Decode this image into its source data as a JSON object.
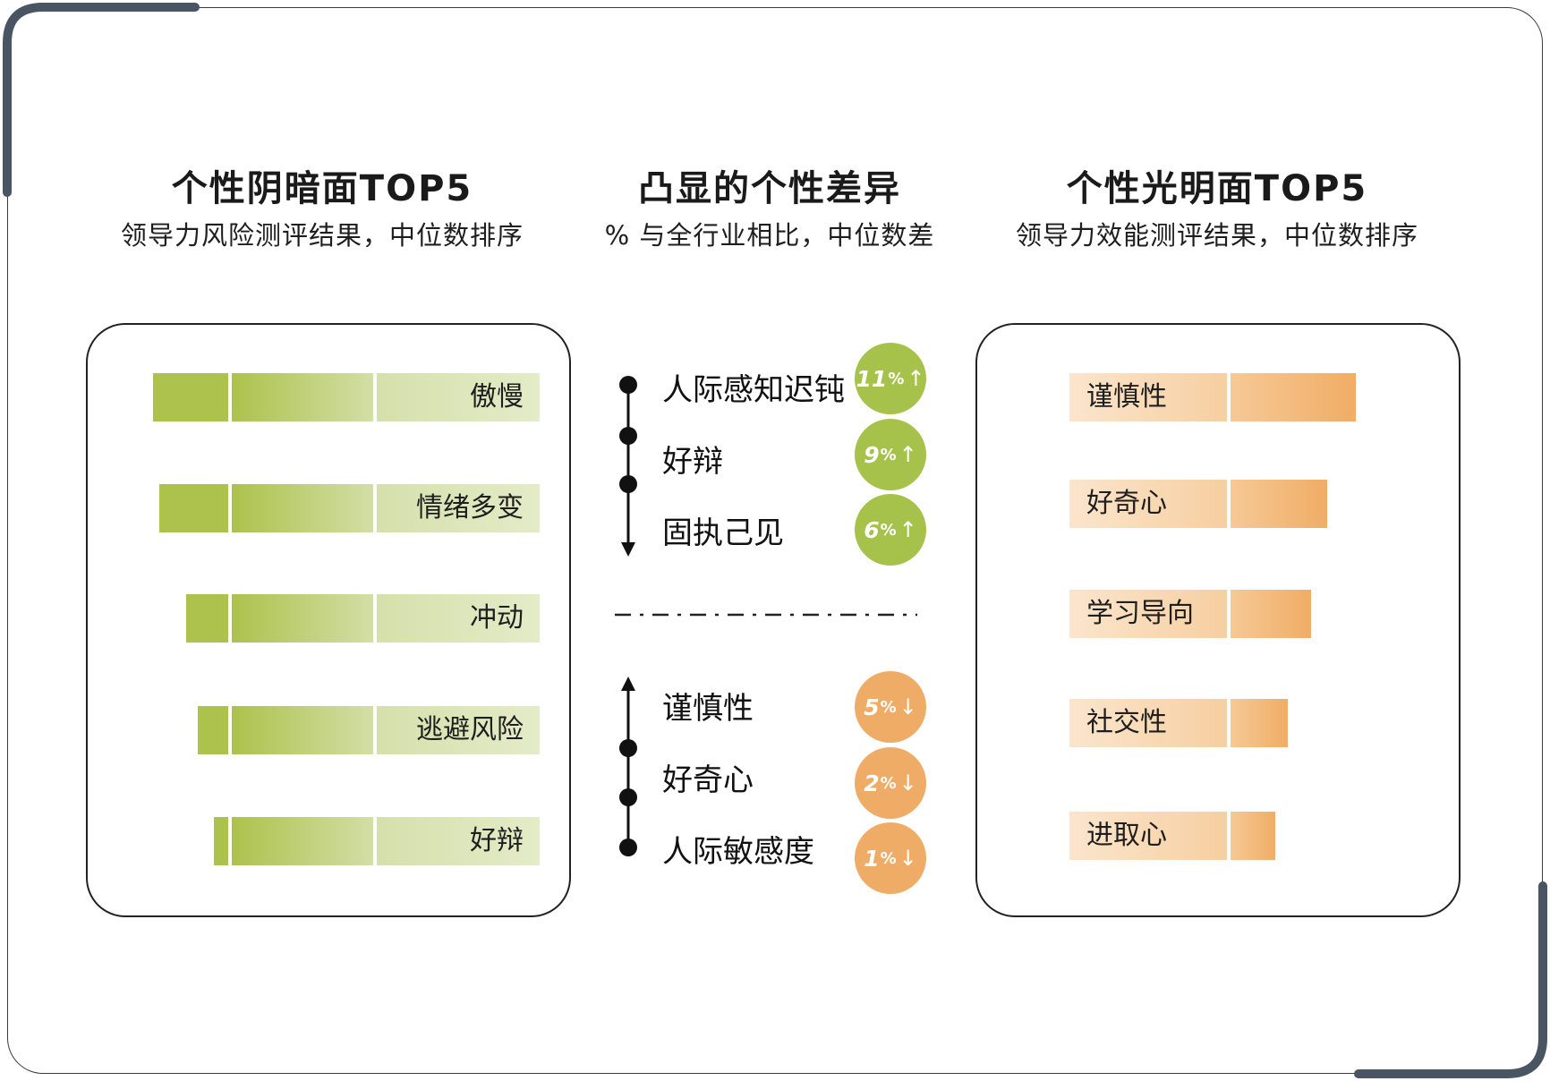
{
  "left": {
    "title": "个性阴暗面TOP5",
    "subtitle": "领导力风险测评结果，中位数排序",
    "colors": {
      "dark": "#acc24c",
      "light": "#e4ebc8"
    },
    "bars": [
      {
        "label": "傲慢",
        "fraction": 1.0
      },
      {
        "label": "情绪多变",
        "fraction": 0.92
      },
      {
        "label": "冲动",
        "fraction": 0.56
      },
      {
        "label": "逃避风险",
        "fraction": 0.4
      },
      {
        "label": "好辩",
        "fraction": 0.19
      }
    ]
  },
  "middle": {
    "title": "凸显的个性差异",
    "subtitle": "% 与全行业相比，中位数差",
    "higher": [
      {
        "label": "人际感知迟钝",
        "value": "11",
        "unit": "%",
        "arrow": "↑"
      },
      {
        "label": "好辩",
        "value": "9",
        "unit": "%",
        "arrow": "↑"
      },
      {
        "label": "固执己见",
        "value": "6",
        "unit": "%",
        "arrow": "↑"
      }
    ],
    "lower": [
      {
        "label": "谨慎性",
        "value": "5",
        "unit": "%",
        "arrow": "↓"
      },
      {
        "label": "好奇心",
        "value": "2",
        "unit": "%",
        "arrow": "↓"
      },
      {
        "label": "人际敏感度",
        "value": "1",
        "unit": "%",
        "arrow": "↓"
      }
    ],
    "colors": {
      "up": "#a6c24a",
      "down": "#efac66"
    }
  },
  "right": {
    "title": "个性光明面TOP5",
    "subtitle": "领导力效能测评结果，中位数排序",
    "colors": {
      "dark": "#f0ad65",
      "light": "#fbe5cc"
    },
    "bars": [
      {
        "label": "谨慎性",
        "fraction": 1.0
      },
      {
        "label": "好奇心",
        "fraction": 0.77
      },
      {
        "label": "学习导向",
        "fraction": 0.64
      },
      {
        "label": "社交性",
        "fraction": 0.46
      },
      {
        "label": "进取心",
        "fraction": 0.36
      }
    ]
  },
  "chart_data": [
    {
      "type": "bar",
      "title": "个性阴暗面TOP5",
      "subtitle": "领导力风险测评结果，中位数排序",
      "categories": [
        "傲慢",
        "情绪多变",
        "冲动",
        "逃避风险",
        "好辩"
      ],
      "values": [
        1.0,
        0.92,
        0.56,
        0.4,
        0.19
      ]
    },
    {
      "type": "table",
      "title": "凸显的个性差异",
      "subtitle": "% 与全行业相比，中位数差",
      "categories": [
        "人际感知迟钝",
        "好辩",
        "固执己见",
        "谨慎性",
        "好奇心",
        "人际敏感度"
      ],
      "values": [
        11,
        9,
        6,
        -5,
        -2,
        -1
      ]
    },
    {
      "type": "bar",
      "title": "个性光明面TOP5",
      "subtitle": "领导力效能测评结果，中位数排序",
      "categories": [
        "谨慎性",
        "好奇心",
        "学习导向",
        "社交性",
        "进取心"
      ],
      "values": [
        1.0,
        0.77,
        0.64,
        0.46,
        0.36
      ]
    }
  ]
}
